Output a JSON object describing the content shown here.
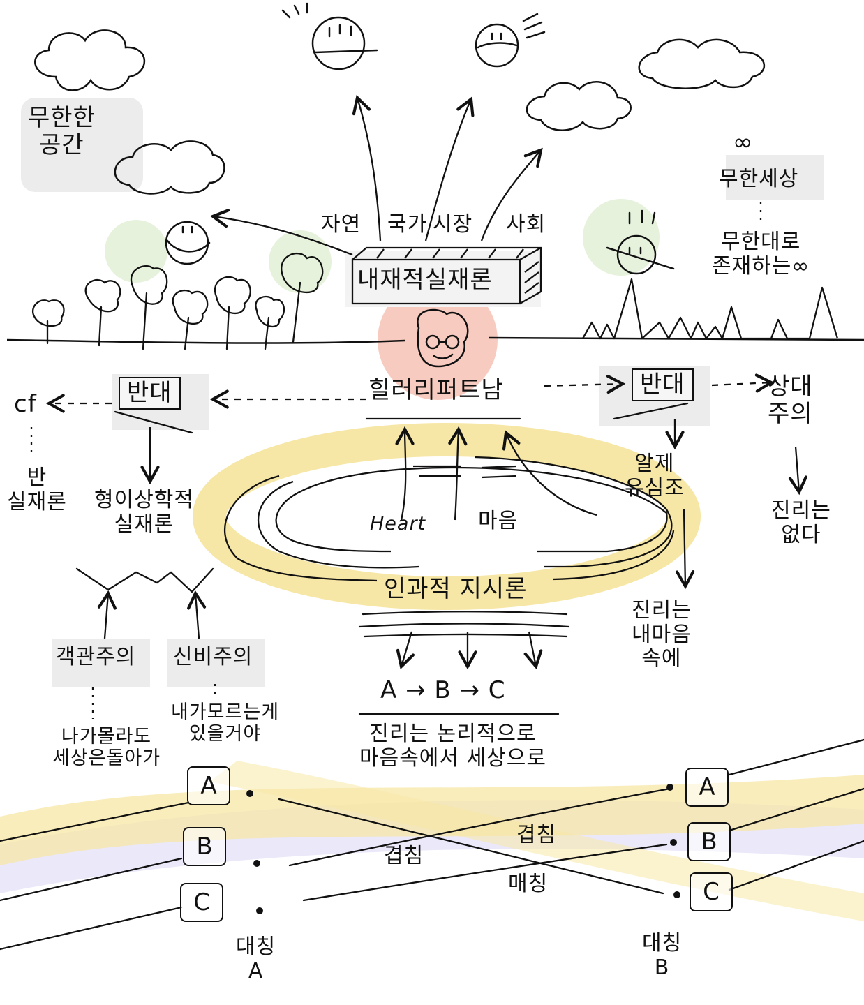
{
  "labels": {
    "infinite_space": "무한한\n공간",
    "nature": "자연",
    "nation": "국가",
    "market": "시장",
    "society": "사회",
    "internal_realism": "내재적실재론",
    "infinite_world": "무한세상",
    "infinity_symbol": "∞",
    "exists_infinitely": "무한대로\n존재하는∞",
    "putnam": "힐러리퍼트남",
    "opposite_left": "반대",
    "opposite_right": "반대",
    "cf": "cf",
    "anti_realism": "반\n실재론",
    "relativism": "상대\n주의",
    "no_truth": "진리는\n없다",
    "metaphysical_realism": "형이상학적\n실재론",
    "objectivism": "객관주의",
    "mysticism": "신비주의",
    "objectivism_note": "나가몰라도\n세상은돌아가",
    "mysticism_note": "내가모르는게\n있을거야",
    "heart": "Heart",
    "mind": "마음",
    "reflection": "알제\n유심조",
    "truth_in_mind": "진리는\n내마음\n속에",
    "cognitive_epistemology": "인과적 지시론",
    "sequence": "A → B → C",
    "truth_logic": "진리는 논리적으로\n마음속에서 세상으로",
    "overlap_left": "겹침",
    "overlap_right": "겹침",
    "matching": "매칭",
    "symmetry_a": "대칭\nA",
    "symmetry_b": "대칭\nB"
  },
  "letters": {
    "left": [
      "A",
      "B",
      "C"
    ],
    "right": [
      "A",
      "B",
      "C"
    ]
  },
  "colors": {
    "ink": "#111111",
    "highlight_yellow": "#f7e7a6",
    "highlight_lavender": "#e4e0f7",
    "highlight_green": "#e6f2dc",
    "highlight_red": "#f6c2b4",
    "highlight_gray": "#ececec"
  },
  "icons": [
    "cloud-icon",
    "sun-face-icon",
    "tree-icon",
    "mountain-icon",
    "person-face-icon",
    "arrow-icon"
  ]
}
